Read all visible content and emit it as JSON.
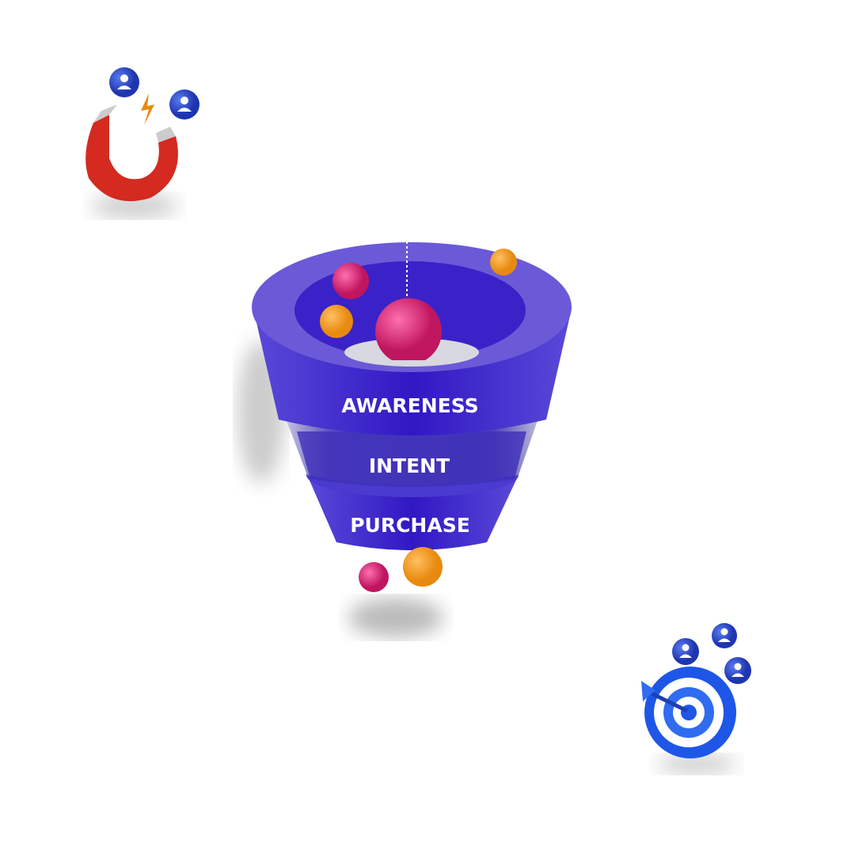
{
  "funnel": {
    "stages": [
      {
        "label": "AWARENESS"
      },
      {
        "label": "INTENT"
      },
      {
        "label": "PURCHASE"
      }
    ]
  },
  "colors": {
    "funnel": "#3a1fc9",
    "funnel_light": "#7a6ee0",
    "ball_pink": "#e0277f",
    "ball_orange": "#f5a02a",
    "magnet_red": "#d42a20",
    "icon_blue": "#2f50d8"
  }
}
